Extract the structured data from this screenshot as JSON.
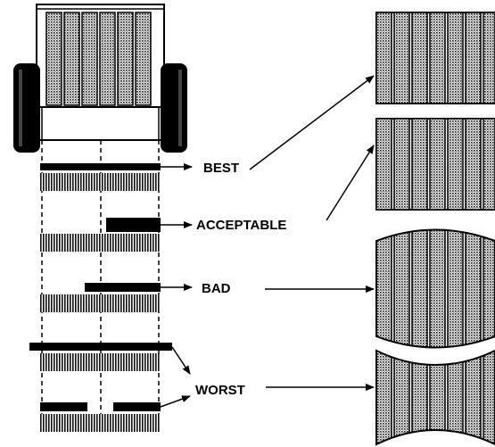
{
  "labels": {
    "best": "BEST",
    "acceptable": "ACCEPTABLE",
    "bad": "BAD",
    "worst": "WORST"
  },
  "colors": {
    "ink": "#000000",
    "dot_pattern": "#2a2a2a",
    "background": "#ffffff"
  }
}
